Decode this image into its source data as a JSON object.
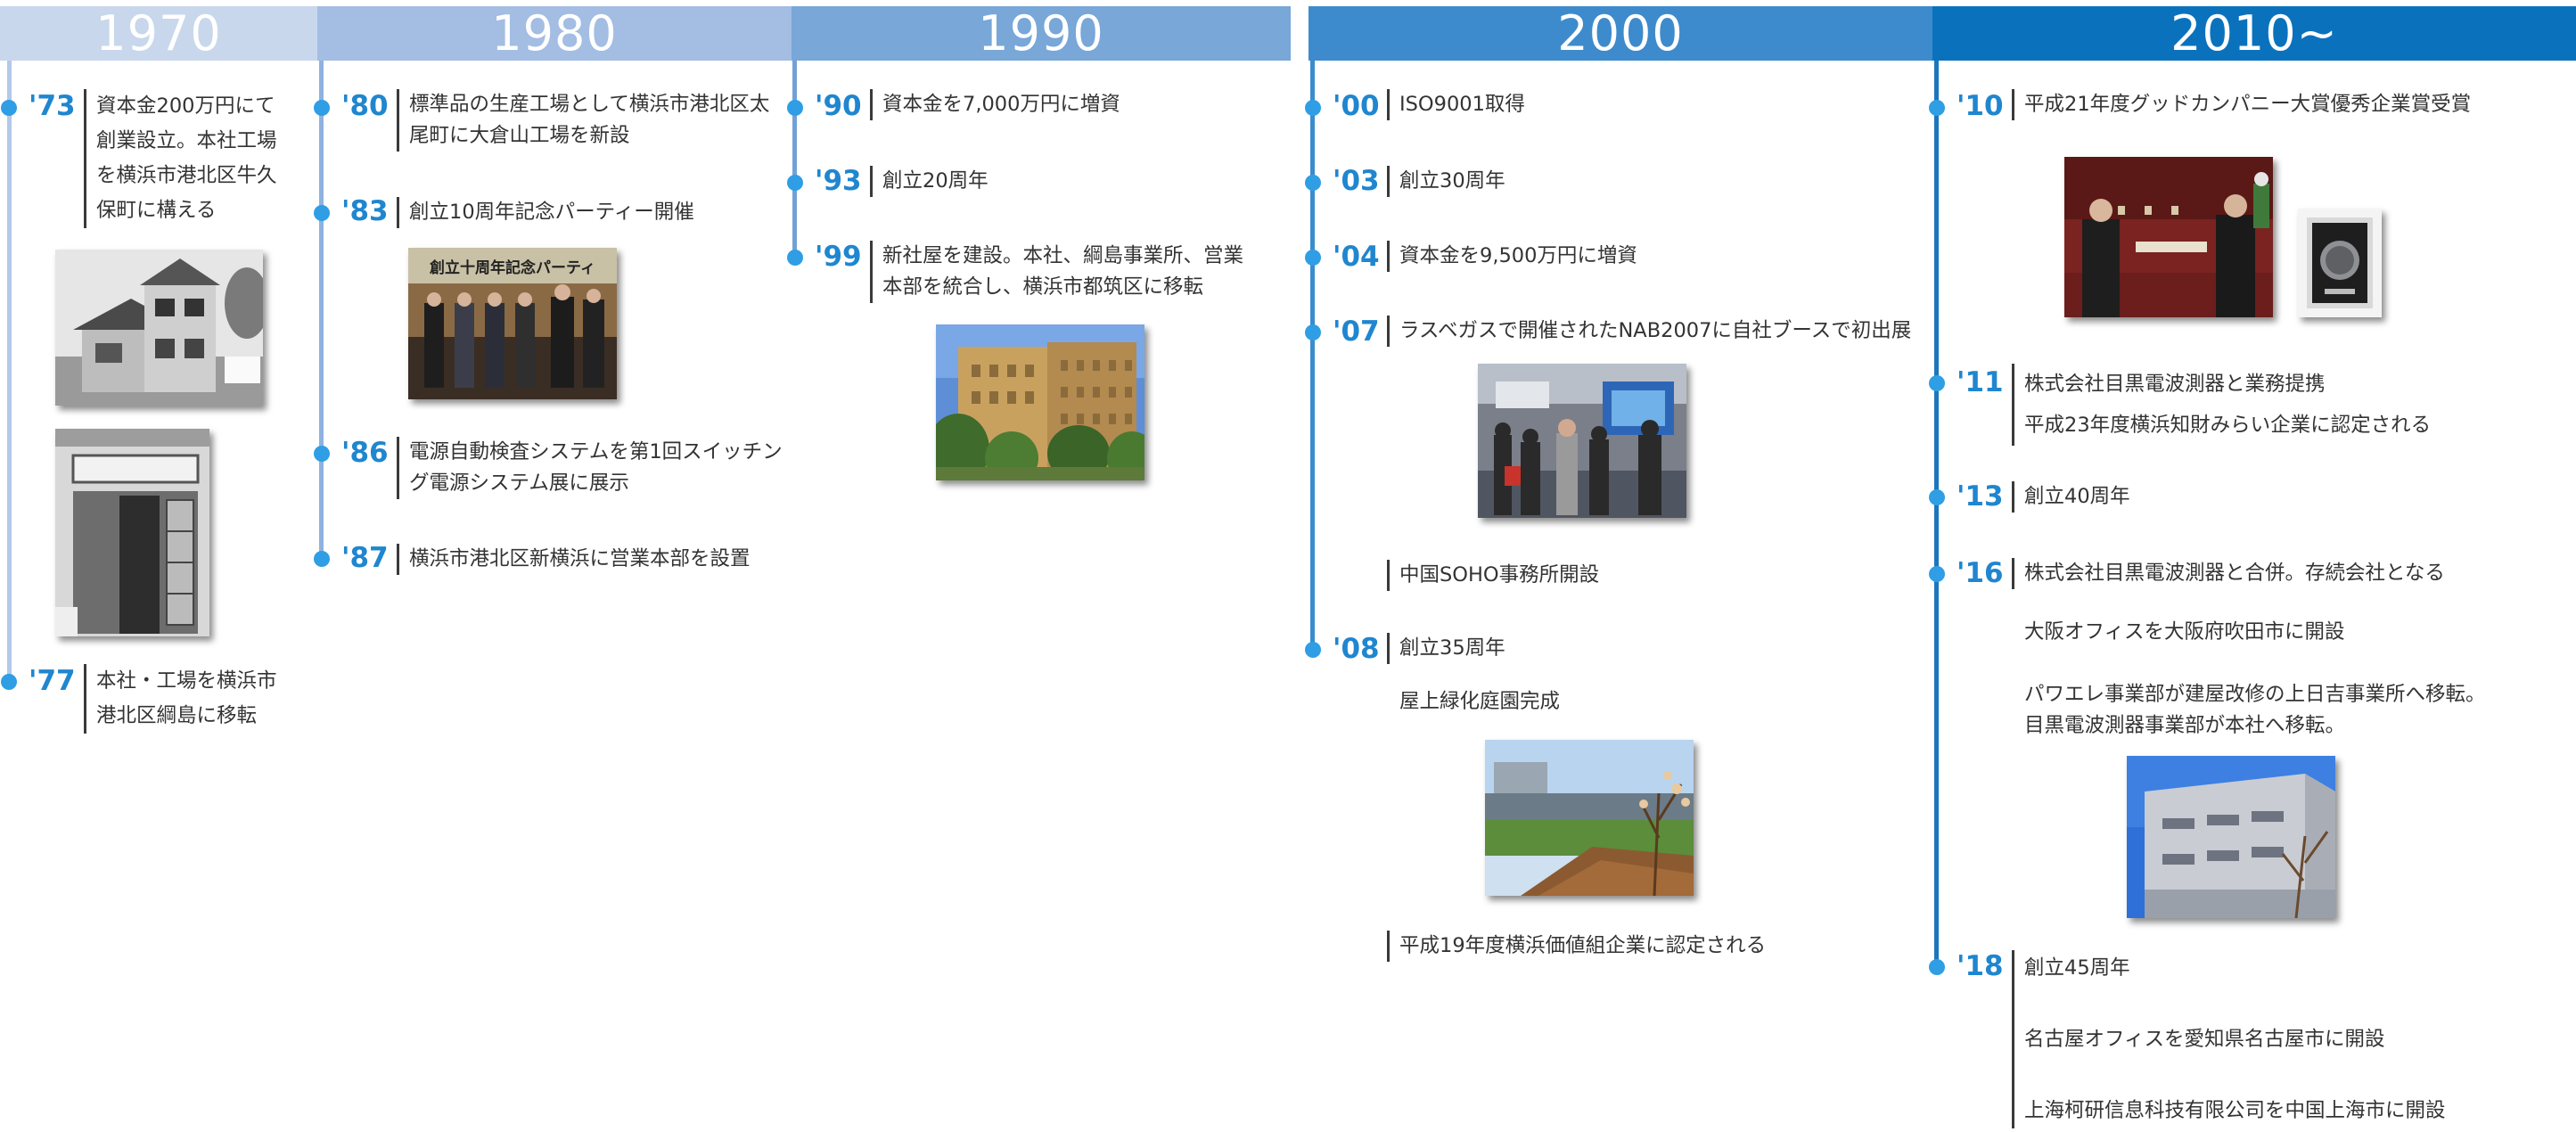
{
  "colors": {
    "d1970": "#c8d7ec",
    "d1980": "#a3bde3",
    "d1990": "#78a7d8",
    "d2000": "#3d8bcc",
    "d2010": "#0a72bd",
    "spine1970": "#b3c9e9",
    "spine1980": "#8fb2df",
    "spine1990": "#72a1d6",
    "spine2000": "#3b8ccd",
    "spine2010": "#1b76bd",
    "dot": "#2f9ee5",
    "year": "#1f86cf"
  },
  "decades": [
    {
      "label": "1970"
    },
    {
      "label": "1980"
    },
    {
      "label": "1990"
    },
    {
      "label": "2000"
    },
    {
      "label": "2010~"
    }
  ],
  "d1970": {
    "e73": {
      "year": "'73",
      "lines": [
        "資本金200万円にて",
        "創業設立。本社工場",
        "を横浜市港北区牛久",
        "保町に構える"
      ]
    },
    "e77": {
      "year": "'77",
      "lines": [
        "本社・工場を横浜市",
        "港北区綱島に移転"
      ]
    }
  },
  "d1980": {
    "e80": {
      "year": "'80",
      "lines": [
        "標準品の生産工場として横浜市港北区太",
        "尾町に大倉山工場を新設"
      ]
    },
    "e83": {
      "year": "'83",
      "lines": [
        "創立10周年記念パーティー開催"
      ]
    },
    "e86": {
      "year": "'86",
      "lines": [
        "電源自動検査システムを第1回スイッチン",
        "グ電源システム展に展示"
      ]
    },
    "e87": {
      "year": "'87",
      "lines": [
        "横浜市港北区新横浜に営業本部を設置"
      ]
    },
    "banner": "創立十周年記念パーティ"
  },
  "d1990": {
    "e90": {
      "year": "'90",
      "lines": [
        "資本金を7,000万円に増資"
      ]
    },
    "e93": {
      "year": "'93",
      "lines": [
        "創立20周年"
      ]
    },
    "e99": {
      "year": "'99",
      "lines": [
        "新社屋を建設。本社、綱島事業所、営業",
        "本部を統合し、横浜市都筑区に移転"
      ]
    }
  },
  "d2000": {
    "e00": {
      "year": "'00",
      "lines": [
        "ISO9001取得"
      ]
    },
    "e03": {
      "year": "'03",
      "lines": [
        "創立30周年"
      ]
    },
    "e04": {
      "year": "'04",
      "lines": [
        "資本金を9,500万円に増資"
      ]
    },
    "e07": {
      "year": "'07",
      "lines": [
        "ラスベガスで開催されたNAB2007に自社ブースで初出展"
      ]
    },
    "e07b": {
      "lines": [
        "中国SOHO事務所開設"
      ]
    },
    "e08": {
      "year": "'08",
      "lines": [
        "創立35周年"
      ]
    },
    "e08b": {
      "lines": [
        "屋上緑化庭園完成"
      ]
    },
    "e08c": {
      "lines": [
        "平成19年度横浜価値組企業に認定される"
      ]
    }
  },
  "d2010": {
    "e10": {
      "year": "'10",
      "lines": [
        "平成21年度グッドカンパニー大賞優秀企業賞受賞"
      ]
    },
    "e11": {
      "year": "'11",
      "lines": [
        "株式会社目黒電波測器と業務提携",
        "平成23年度横浜知財みらい企業に認定される"
      ]
    },
    "e13": {
      "year": "'13",
      "lines": [
        "創立40周年"
      ]
    },
    "e16": {
      "year": "'16",
      "lines": [
        "株式会社目黒電波測器と合併。存続会社となる",
        "",
        "大阪オフィスを大阪府吹田市に開設",
        "",
        "パワエレ事業部が建屋改修の上日吉事業所へ移転。",
        "目黒電波測器事業部が本社へ移転。"
      ]
    },
    "e18": {
      "year": "'18",
      "lines": [
        "創立45周年",
        "",
        "名古屋オフィスを愛知県名古屋市に開設",
        "",
        "上海柯研信息科技有限公司を中国上海市に開設"
      ]
    }
  }
}
